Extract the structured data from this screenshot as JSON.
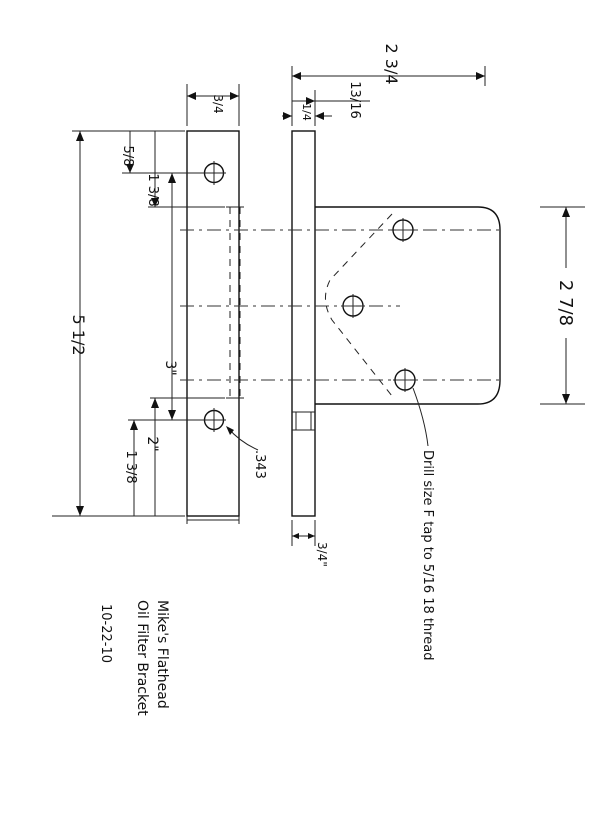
{
  "dimensions": {
    "thickness_top_left": "3/4",
    "thickness_top_right": "1/4",
    "offset_top": "13/16",
    "overall_width": "2 3/4",
    "first_hole": "5/8",
    "slot_start": "1 3/8",
    "overall_length": "5 1/2",
    "hole_spacing": "3\"",
    "hole_to_slot": "2\"",
    "last_hole": "1 3/8",
    "plate_thickness_bottom": "3/4\"",
    "triangle_height": "2 7/8"
  },
  "callouts": {
    "hole_diameter": ".343",
    "drill_note": "Drill size F tap to 5/16 18 thread"
  },
  "title_block": {
    "line1": "Mike's Flathead",
    "line2": "Oil Filter Bracket",
    "date": "10-22-10"
  }
}
